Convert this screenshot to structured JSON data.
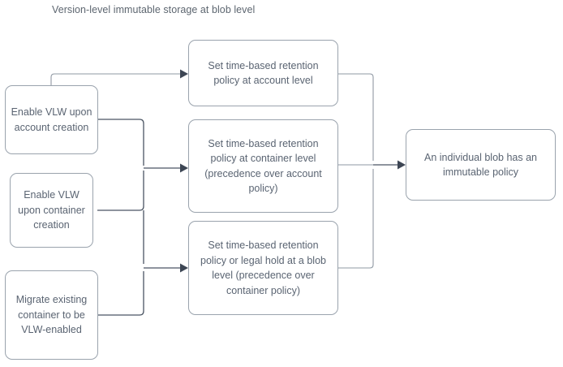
{
  "title": "Version-level immutable storage at blob level",
  "colors": {
    "node_border": "#9aa3ad",
    "node_fill": "#ffffff",
    "text": "#5a6472",
    "edge": "#8f98a3",
    "arrow": "#3d4654"
  },
  "nodes": {
    "enable_vlw_account": "Enable VLW upon account creation",
    "enable_vlw_container": "Enable VLW upon container creation",
    "migrate_container": "Migrate existing container to be VLW-enabled",
    "retention_account": "Set time-based retention policy at account level",
    "retention_container": "Set time-based retention policy at container level (precedence over account policy)",
    "retention_blob": "Set time-based retention policy or legal hold at a blob level (precedence over container policy)",
    "immutable_blob": "An individual blob has an immutable policy"
  },
  "edges": [
    {
      "from": "enable_vlw_account",
      "to": "retention_account"
    },
    {
      "from": "enable_vlw_account",
      "to": "retention_container"
    },
    {
      "from": "enable_vlw_container",
      "to": "retention_container"
    },
    {
      "from": "enable_vlw_container",
      "to": "retention_blob"
    },
    {
      "from": "migrate_container",
      "to": "retention_blob"
    },
    {
      "from": "retention_account",
      "to": "immutable_blob"
    },
    {
      "from": "retention_container",
      "to": "immutable_blob"
    },
    {
      "from": "retention_blob",
      "to": "immutable_blob"
    }
  ]
}
